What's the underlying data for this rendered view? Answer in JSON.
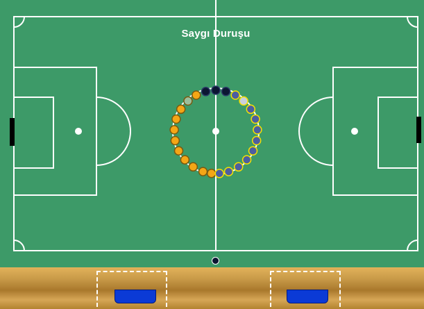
{
  "match": {
    "event_label": "Saygı Duruşu"
  },
  "colors": {
    "pitch": "#3d9a68",
    "lines": "#ffffff",
    "home_team": "#f4a616",
    "home_special": "#9bbf9c",
    "away_team": "#4d5ea0",
    "away_ring": "#f5e000",
    "away_special": "#c9cfdc",
    "officials": "#0b1632",
    "bench_goal": "#0b3ad6"
  },
  "players": {
    "home_count": 11,
    "away_count": 11,
    "officials_in_line": 3,
    "off_field_official": 1
  },
  "benches": [
    {
      "name": "home-bench"
    },
    {
      "name": "away-bench"
    }
  ]
}
